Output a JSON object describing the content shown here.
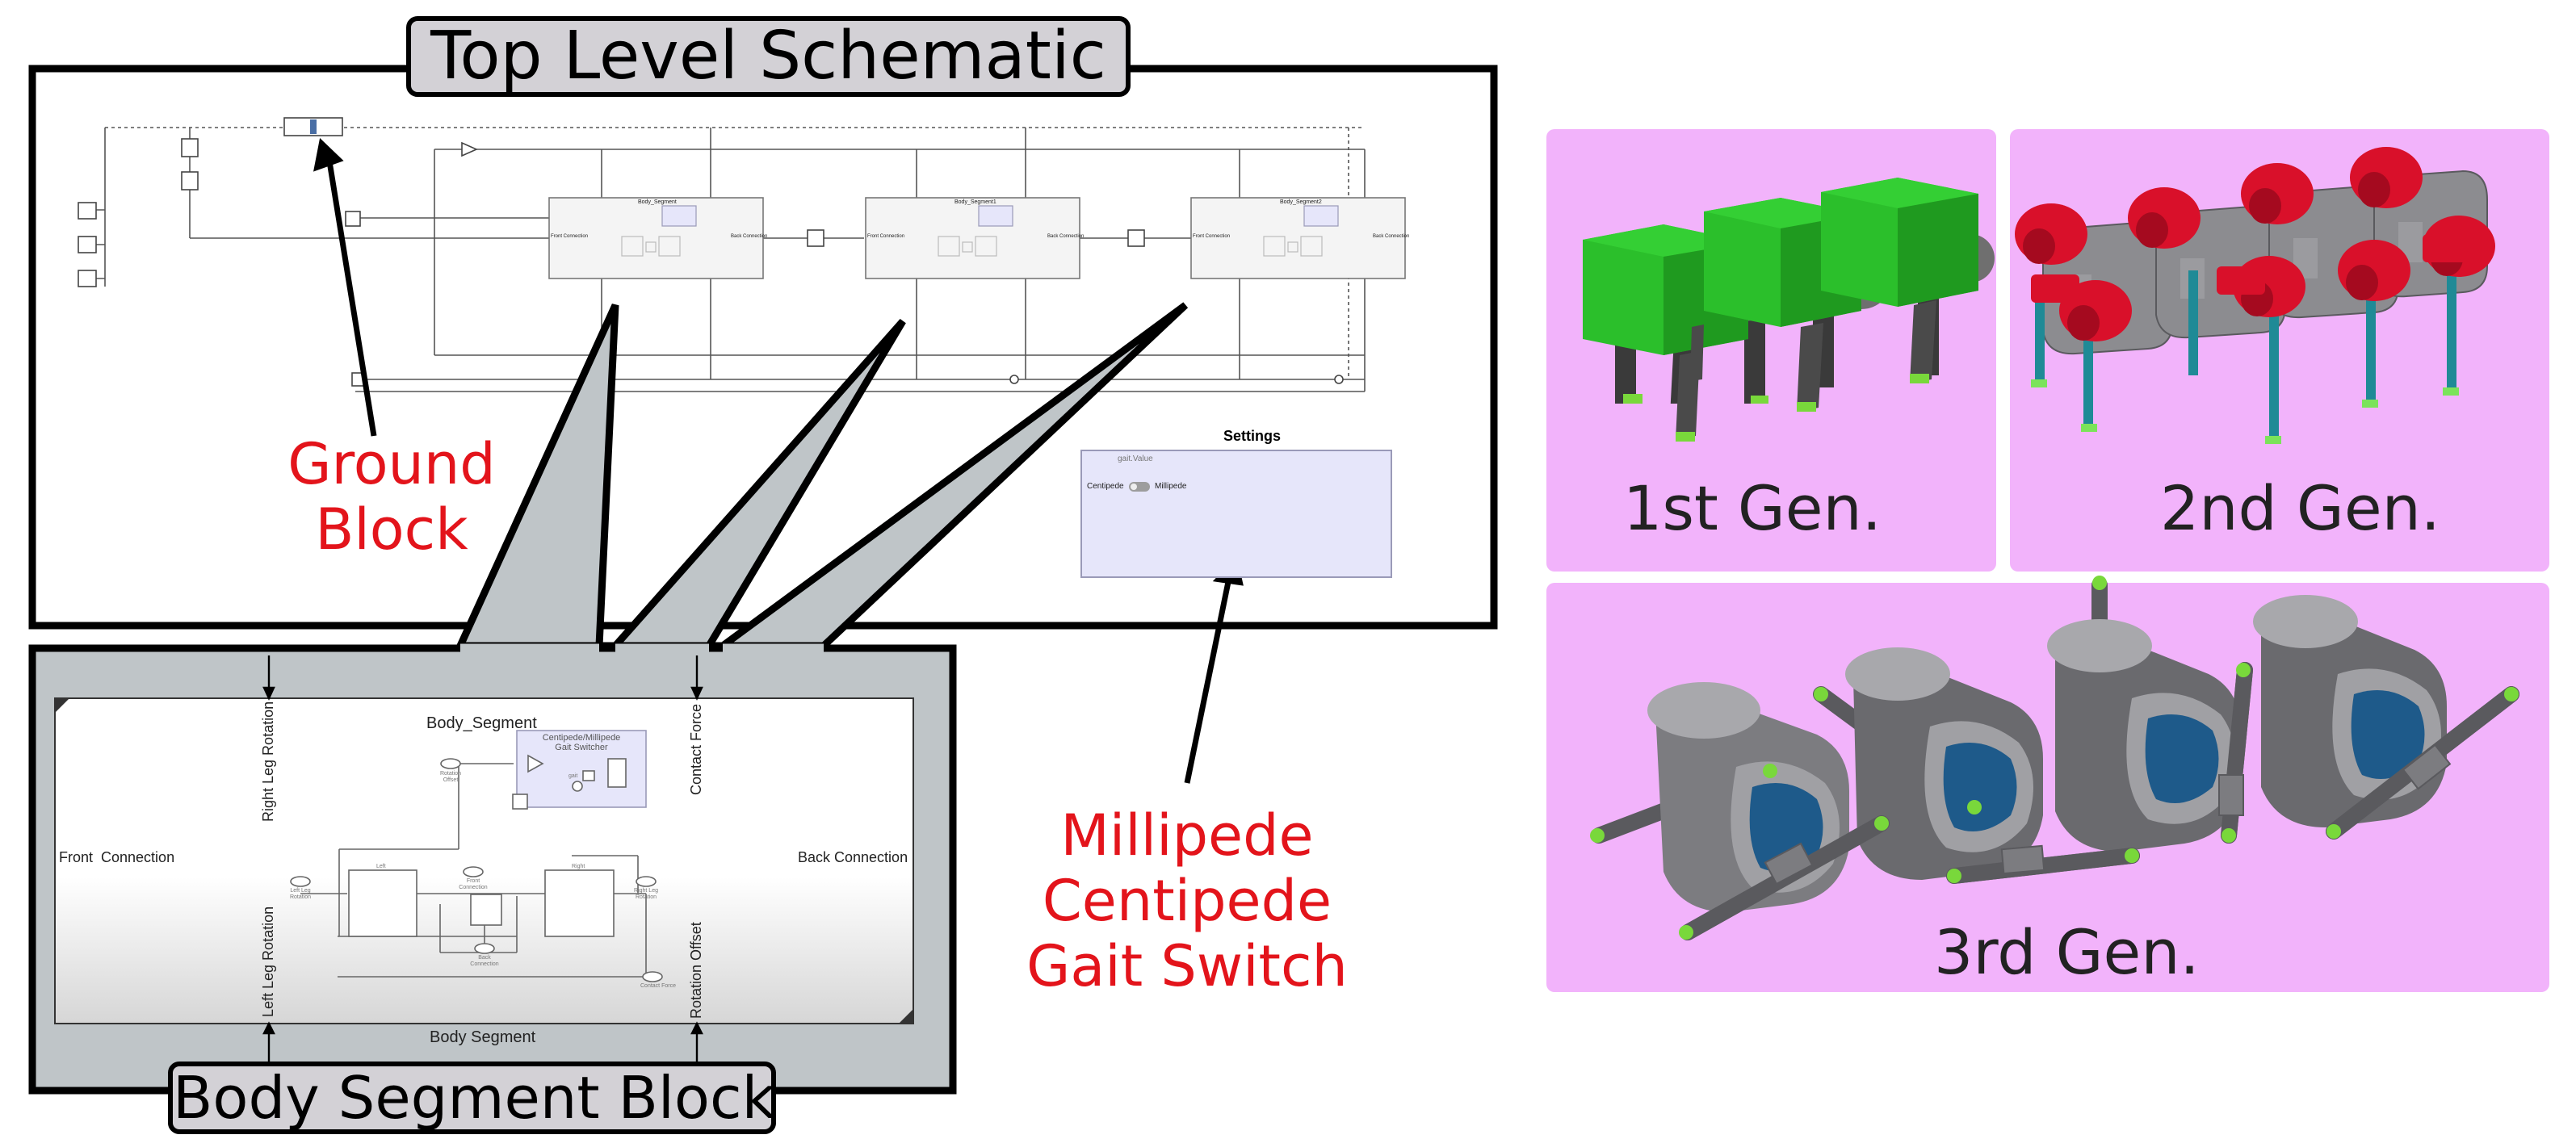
{
  "top_level": {
    "title": "Top Level Schematic",
    "segment_blocks": [
      {
        "name": "Body_Segment",
        "left_port": "Front Connection",
        "right_port": "Back Connection"
      },
      {
        "name": "Body_Segment1",
        "left_port": "Front Connection",
        "right_port": "Back Connection"
      },
      {
        "name": "Body_Segment2",
        "left_port": "Front Connection",
        "right_port": "Back Connection"
      }
    ]
  },
  "settings": {
    "title": "Settings",
    "field_label": "gait.Value",
    "option_left": "Centipede",
    "option_right": "Millipede"
  },
  "annotations": {
    "ground_block": "Ground\nBlock",
    "gait_switch": "Millipede\nCentipede\nGait Switch"
  },
  "body_segment": {
    "title": "Body Segment Block",
    "inner_title": "Body_Segment",
    "bottom_label": "Body Segment",
    "front_connection": "Front  Connection",
    "back_connection": "Back Connection",
    "right_leg_rotation": "Right Leg Rotation",
    "left_leg_rotation": "Left Leg Rotation",
    "contact_force": "Contact Force",
    "rotation_offset": "Rotation Offset",
    "switcher_label": "Centipede/Millipede\nGait Switcher",
    "sub_left": "Left",
    "sub_right": "Right",
    "port_rotation_offset": "Rotation\nOffset",
    "port_left_leg": "Left Leg\nRotation",
    "port_right_leg": "Right Leg\nRotation",
    "port_front": "Front\nConnection",
    "port_back": "Back\nConnection",
    "port_contact": "Contact Force",
    "gain_label": "gait"
  },
  "generations": [
    {
      "label": "1st Gen.",
      "body_color": "#1faa1f"
    },
    {
      "label": "2nd Gen.",
      "body_color": "#d9102a"
    },
    {
      "label": "3rd Gen.",
      "body_color": "#6e6e72"
    }
  ],
  "colors": {
    "panel_bg": "#f2b3fb",
    "annotation_red": "#e3141b",
    "callout_fill": "#bfc5c8",
    "settings_bg": "#e6e6fa"
  }
}
